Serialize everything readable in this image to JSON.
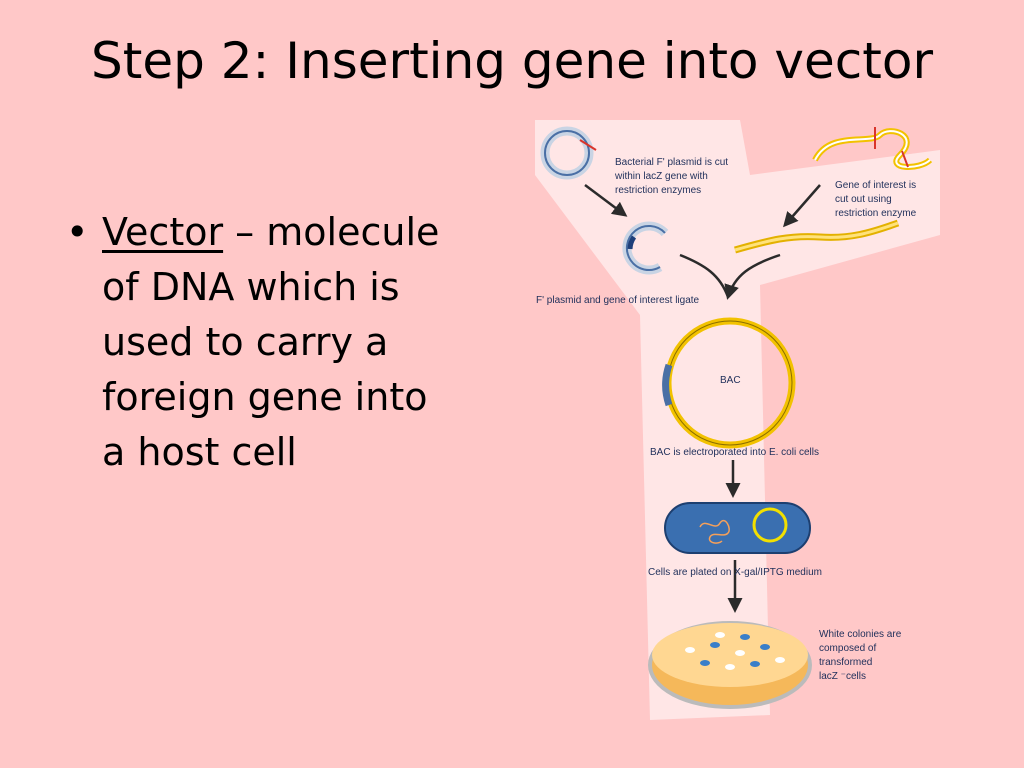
{
  "slide": {
    "title": "Step 2: Inserting gene into vector",
    "bullet": {
      "term": "Vector",
      "separator": " –",
      "definition": "molecule of DNA which is used to carry a foreign gene into a  host cell"
    }
  },
  "diagram": {
    "labels": {
      "plasmid_cut": [
        "Bacterial F' plasmid is cut",
        "within lacZ gene with",
        "restriction enzymes"
      ],
      "gene_cut": [
        "Gene of interest is",
        "cut out using",
        "restriction enzyme"
      ],
      "ligate": "F' plasmid and gene of interest ligate",
      "bac": "BAC",
      "electroporate": "BAC is electroporated into E. coli cells",
      "plated": "Cells are plated on X-gal/IPTG medium",
      "white_colonies": [
        "White colonies are",
        "composed of",
        "transformed",
        "lacZ ⁻cells"
      ]
    },
    "colors": {
      "background": "#ffc8c8",
      "plasmid": "#4a6fa5",
      "gene": "#f2c200",
      "cell": "#3a6fb0",
      "dish": "#f5b85a",
      "arrow": "#2b2b2b"
    }
  }
}
